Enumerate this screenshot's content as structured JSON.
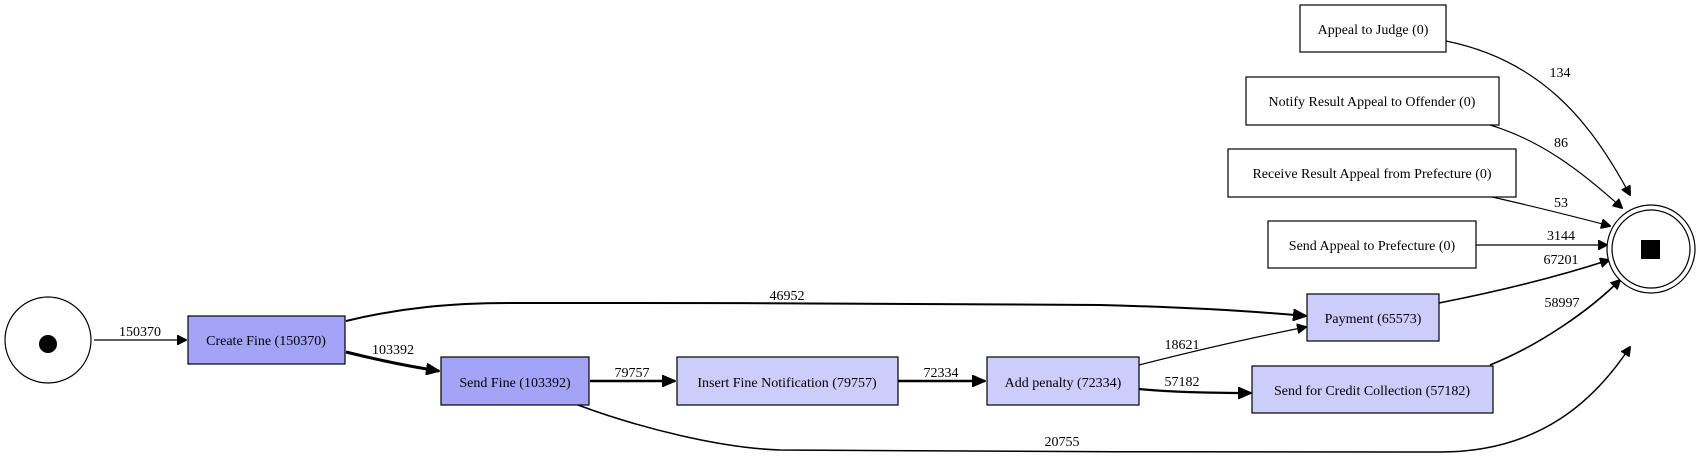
{
  "diagram": {
    "start_icon": "filled-circle-icon",
    "end_icon": "filled-square-icon",
    "colors": {
      "dark_fill": "#a3a3f7",
      "light_fill": "#cccdfa",
      "white_fill": "#ffffff",
      "stroke": "#000000"
    },
    "nodes": {
      "appeal_to_judge": "Appeal to Judge (0)",
      "notify_result": "Notify Result Appeal to Offender (0)",
      "receive_result": "Receive Result Appeal from Prefecture (0)",
      "send_appeal": "Send Appeal to Prefecture (0)",
      "payment": "Payment (65573)",
      "create_fine": "Create Fine (150370)",
      "send_fine": "Send Fine (103392)",
      "insert_notification": "Insert Fine Notification (79757)",
      "add_penalty": "Add penalty (72334)",
      "credit_collection": "Send for Credit Collection (57182)"
    },
    "edges": {
      "start_create": "150370",
      "create_send": "103392",
      "create_payment": "46952",
      "send_insert": "79757",
      "insert_penalty": "72334",
      "penalty_payment": "18621",
      "penalty_credit": "57182",
      "send_end": "20755",
      "judge_end": "134",
      "notify_end": "86",
      "receive_end": "53",
      "appeal_end": "3144",
      "payment_end": "67201",
      "credit_end": "58997"
    }
  }
}
